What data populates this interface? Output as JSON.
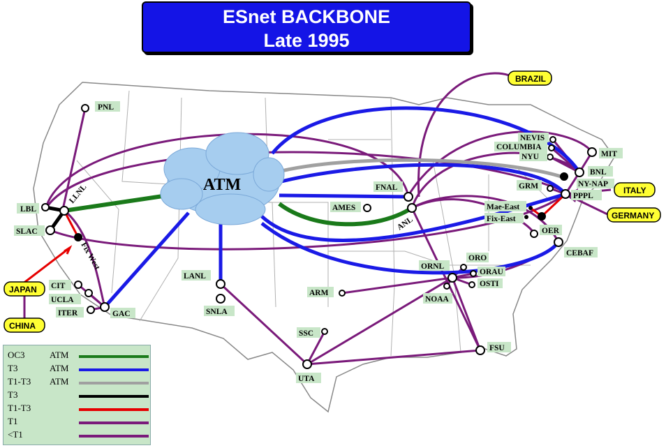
{
  "title": {
    "line1": "ESnet BACKBONE",
    "line2": "Late 1995"
  },
  "cloud_label": "ATM",
  "colors": {
    "oc3": "#1a7a1a",
    "t3atm": "#1a1ae6",
    "t1t3atm": "#a0a0a0",
    "t3": "#000000",
    "t1t3": "#e60000",
    "t1": "#7a1a7a",
    "cloud": "#a6cdef",
    "title_bg": "#1414e6",
    "tag": "#ffff33",
    "label_bg": "#c8e6c8"
  },
  "sites": {
    "PNL": "PNL",
    "LLNL": "LLNL",
    "LBL": "LBL",
    "SLAC": "SLAC",
    "FixWest": "Fix West",
    "CIT": "CIT",
    "UCLA": "UCLA",
    "ITER": "ITER",
    "GAC": "GAC",
    "LANL": "LANL",
    "SNLA": "SNLA",
    "SSC": "SSC",
    "UTA": "UTA",
    "FNAL": "FNAL",
    "AMES": "AMES",
    "ANL": "ANL",
    "ARM": "ARM",
    "ORNL": "ORNL",
    "ORO": "ORO",
    "ORAU": "ORAU",
    "OSTI": "OSTI",
    "NOAA": "NOAA",
    "FSU": "FSU",
    "CEBAF": "CEBAF",
    "OER": "OER",
    "MaeEast": "Mae-East",
    "FixEast": "Fix-East",
    "GRM": "GRM",
    "PPPL": "PPPL",
    "NYNAP": "NY-NAP",
    "BNL": "BNL",
    "MIT": "MIT",
    "NYU": "NYU",
    "COLUMBIA": "COLUMBIA",
    "NEVIS": "NEVIS"
  },
  "countries": {
    "brazil": "BRAZIL",
    "italy": "ITALY",
    "germany": "GERMANY",
    "japan": "JAPAN",
    "china": "CHINA"
  },
  "legend": [
    {
      "a": "OC3",
      "b": "ATM",
      "color": "#1a7a1a"
    },
    {
      "a": "T3",
      "b": "ATM",
      "color": "#1a1ae6"
    },
    {
      "a": "T1-T3",
      "b": "ATM",
      "color": "#a0a0a0"
    },
    {
      "a": "T3",
      "b": "",
      "color": "#000000"
    },
    {
      "a": "T1-T3",
      "b": "",
      "color": "#e60000"
    },
    {
      "a": "T1",
      "b": "",
      "color": "#7a1a7a"
    },
    {
      "a": "<T1",
      "b": "",
      "color": "#7a1a7a"
    }
  ]
}
